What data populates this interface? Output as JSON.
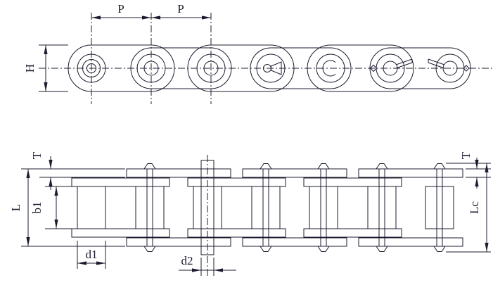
{
  "drawing": {
    "description": "Roller chain engineering dimension drawing, side elevation and plan view",
    "background_color": "#ffffff",
    "line_color": "#1c1c30",
    "top_view": {
      "pitch_labels": [
        "P",
        "P"
      ],
      "height_label": "H"
    },
    "bottom_view": {
      "plate_thickness_label_left": "T",
      "plate_thickness_label_right": "T",
      "overall_width_label": "L",
      "inner_width_label": "b1",
      "connecting_pin_length_label": "Lc",
      "roller_diameter_label": "d1",
      "pin_diameter_label": "d2"
    }
  }
}
